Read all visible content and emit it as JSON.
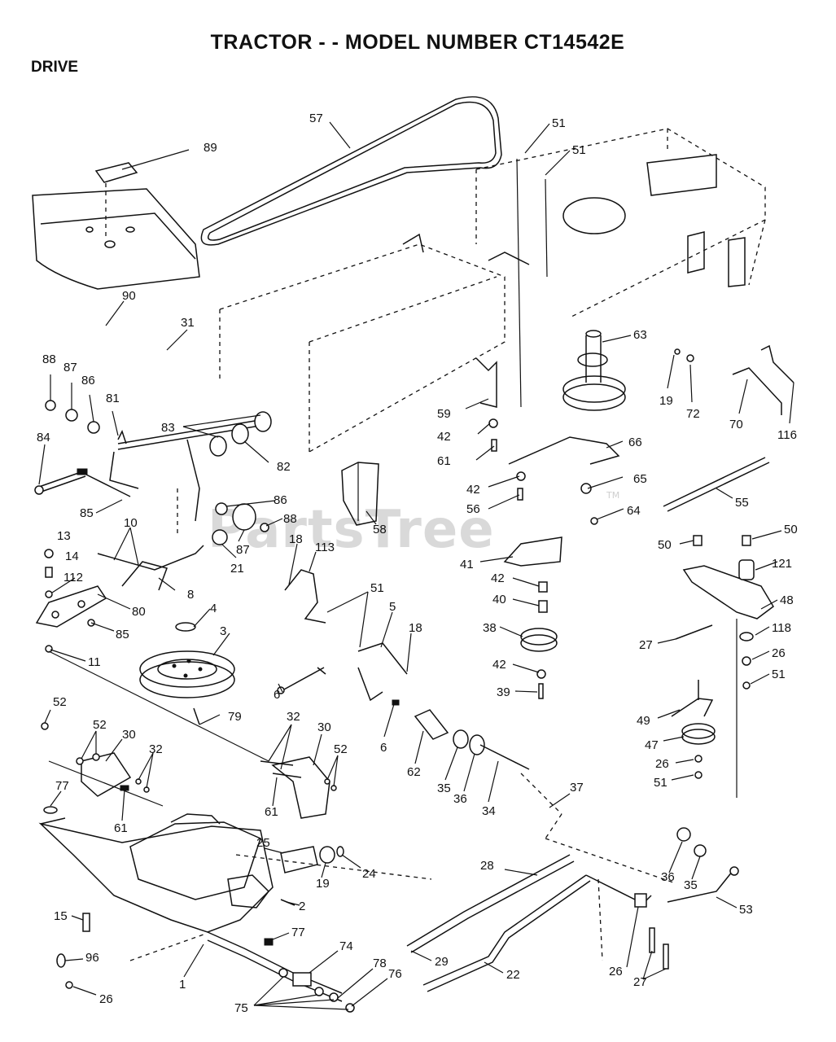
{
  "header": {
    "title": "TRACTOR - - MODEL NUMBER CT14542E",
    "section": "DRIVE"
  },
  "watermark": {
    "text": "PartsTree",
    "tm": "TM"
  },
  "callouts": [
    "57",
    "51",
    "51",
    "89",
    "90",
    "31",
    "63",
    "19",
    "72",
    "70",
    "116",
    "88",
    "87",
    "86",
    "81",
    "83",
    "82",
    "84",
    "85",
    "86",
    "88",
    "87",
    "21",
    "10",
    "13",
    "14",
    "112",
    "80",
    "85",
    "8",
    "4",
    "3",
    "11",
    "79",
    "59",
    "42",
    "61",
    "66",
    "42",
    "56",
    "65",
    "64",
    "55",
    "58",
    "18",
    "113",
    "51",
    "5",
    "18",
    "6",
    "6",
    "41",
    "42",
    "40",
    "38",
    "42",
    "39",
    "62",
    "35",
    "36",
    "34",
    "50",
    "50",
    "121",
    "48",
    "27",
    "118",
    "26",
    "51",
    "49",
    "47",
    "26",
    "51",
    "52",
    "52",
    "30",
    "32",
    "77",
    "61",
    "32",
    "30",
    "52",
    "61",
    "25",
    "19",
    "24",
    "2",
    "15",
    "96",
    "26",
    "1",
    "77",
    "74",
    "75",
    "78",
    "76",
    "37",
    "28",
    "29",
    "22",
    "36",
    "35",
    "53",
    "26",
    "27"
  ]
}
